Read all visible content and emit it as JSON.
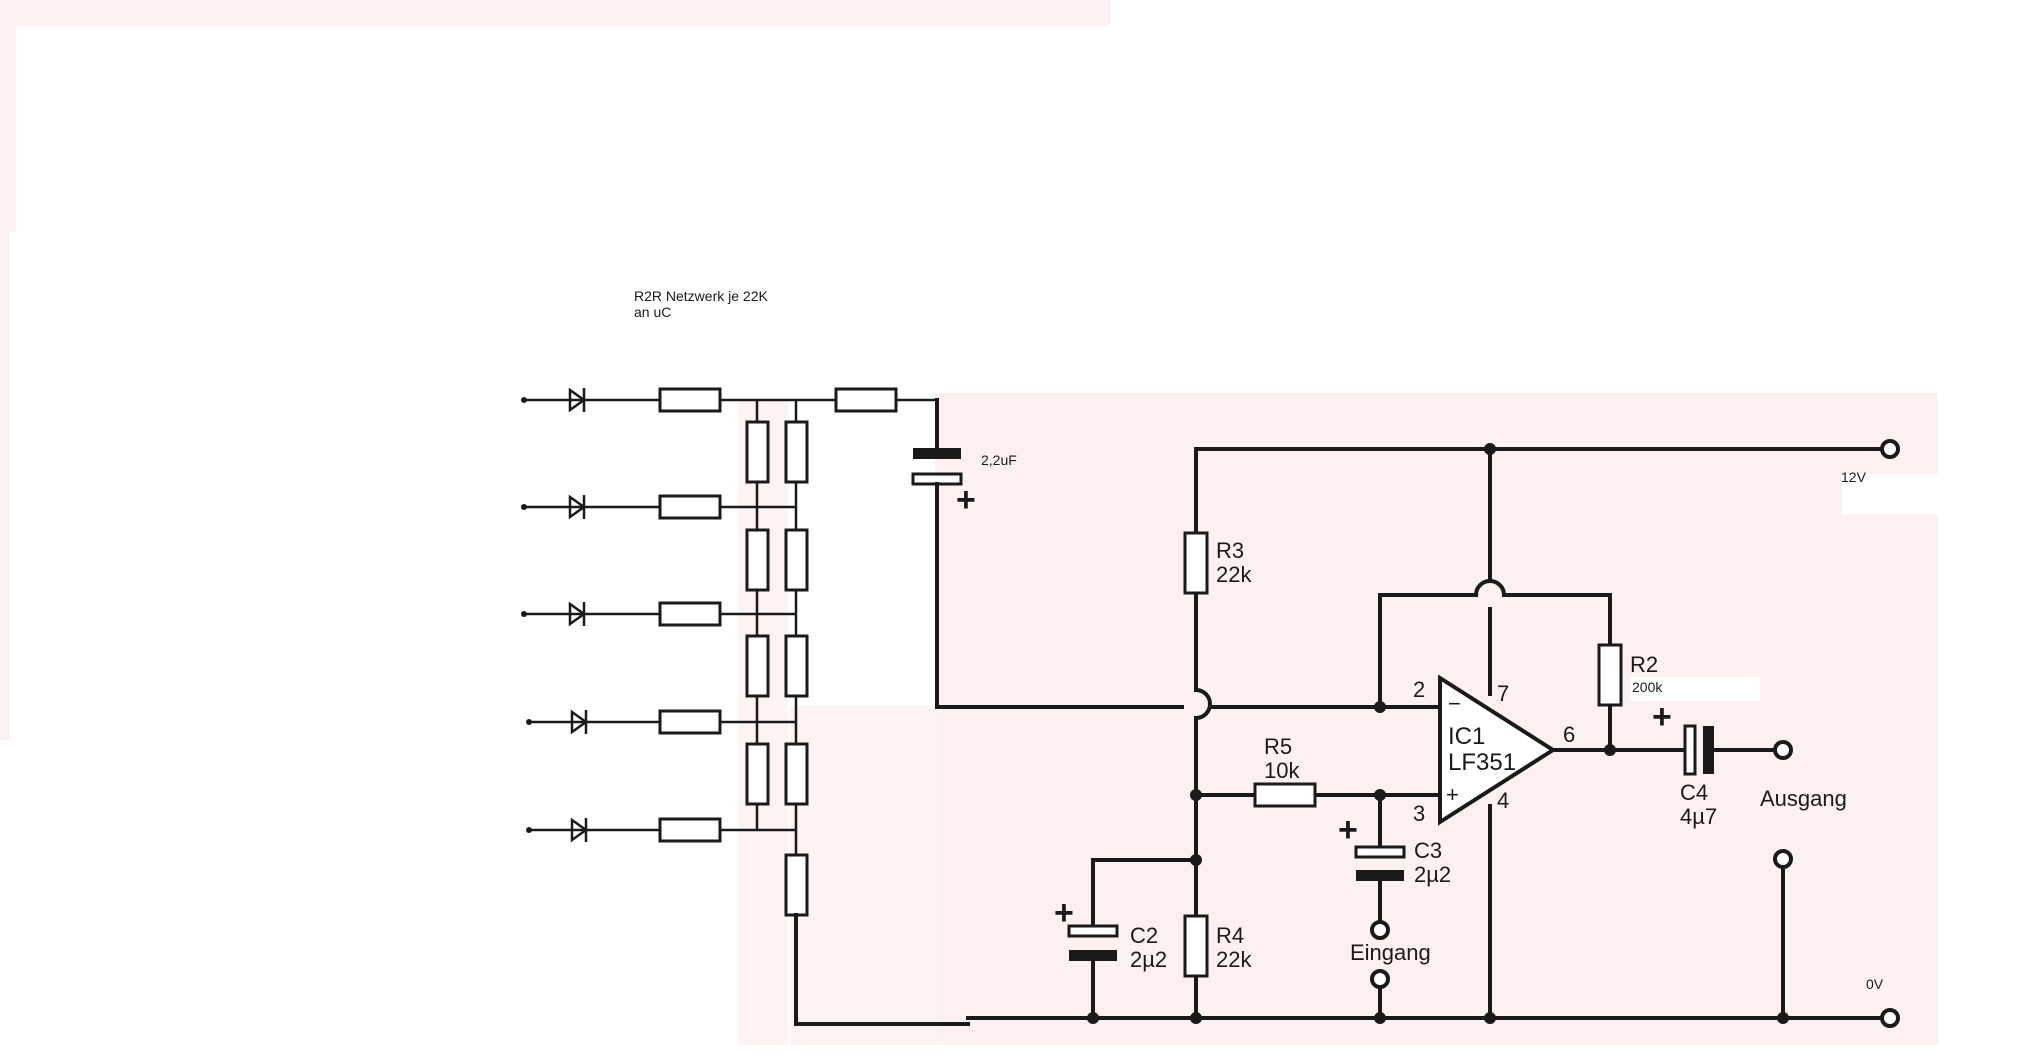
{
  "note": {
    "line1": "R2R Netzwerk je 22K",
    "line2": "an uC"
  },
  "input_cap": {
    "value": "2,2uF",
    "polarity": "+"
  },
  "components": {
    "R3": {
      "name": "R3",
      "value": "22k"
    },
    "R4": {
      "name": "R4",
      "value": "22k"
    },
    "R5": {
      "name": "R5",
      "value": "10k"
    },
    "R2": {
      "name": "R2",
      "value": "200k"
    },
    "C2": {
      "name": "C2",
      "value": "2µ2",
      "polarity": "+"
    },
    "C3": {
      "name": "C3",
      "value": "2µ2",
      "polarity": "+"
    },
    "C4": {
      "name": "C4",
      "value": "4µ7",
      "polarity": "+"
    },
    "IC1": {
      "name": "IC1",
      "type": "LF351",
      "minus": "−",
      "plus": "+"
    }
  },
  "pins": {
    "inverting": "2",
    "noninverting": "3",
    "vplus": "7",
    "output": "6",
    "vminus": "4"
  },
  "terminals": {
    "supply": "12V",
    "ground": "0V",
    "input": "Eingang",
    "output": "Ausgang"
  },
  "colors": {
    "ink": "#1a1a1a",
    "tint": "#fdf0f0",
    "background": "#ffffff"
  }
}
